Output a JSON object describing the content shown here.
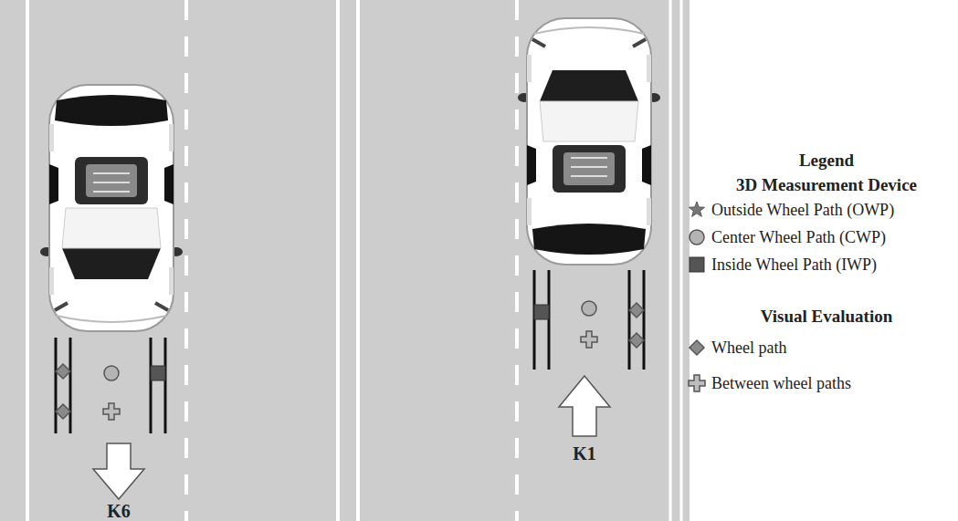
{
  "diagram": {
    "labels": [
      "K6",
      "K1",
      "Legend",
      "3D Measurement Device",
      "Visual Evaluation"
    ],
    "legend": [
      {
        "text": "Outside Wheel Path (OWP)"
      },
      {
        "text": "Center Wheel Path (CWP)"
      },
      {
        "text": "Inside Wheel Path (IWP)"
      },
      {
        "text": "Wheel path"
      },
      {
        "text": "Between wheel paths"
      }
    ]
  }
}
